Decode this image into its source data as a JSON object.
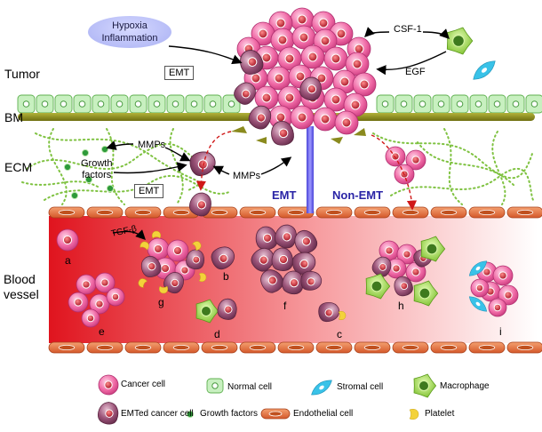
{
  "regions": {
    "tumor": "Tumor",
    "bm": "BM",
    "ecm": "ECM",
    "blood_vessel_line1": "Blood",
    "blood_vessel_line2": "vessel"
  },
  "signals": {
    "hypoxia_line1": "Hypoxia",
    "hypoxia_line2": "Inflammation",
    "emt_box_top": "EMT",
    "emt_box_ecm": "EMT",
    "csf1": "CSF-1",
    "egf": "EGF",
    "mmps_1": "MMPs",
    "mmps_2": "MMPs",
    "growth_factors_line1": "Growth",
    "growth_factors_line2": "factors",
    "tgf_beta": "TGF-β"
  },
  "pathways": {
    "emt": "EMT",
    "non_emt": "Non-EMT"
  },
  "cluster_letters": [
    "a",
    "b",
    "c",
    "d",
    "e",
    "f",
    "g",
    "h",
    "i"
  ],
  "legend": {
    "cancer_cell": "Cancer cell",
    "normal_cell": "Normal cell",
    "stromal_cell": "Stromal cell",
    "macrophage": "Macrophage",
    "emted_cancer_cell": "EMTed cancer cell",
    "growth_factors": "Growth factors",
    "endothelial_cell": "Endothelial cell",
    "platelet": "Platelet"
  },
  "colors": {
    "cancer_cell": "#f06aa6",
    "emted_cell": "#8c4a6c",
    "normal_cell": "#c8f0c0",
    "basement_membrane": "#8a8a1e",
    "blood": "#e8262a",
    "endothelial": "#e56a3a",
    "macrophage": "#9ad84a",
    "stromal": "#39c2e8",
    "platelet": "#f3d23a",
    "pathway_label": "#2a24a6"
  }
}
